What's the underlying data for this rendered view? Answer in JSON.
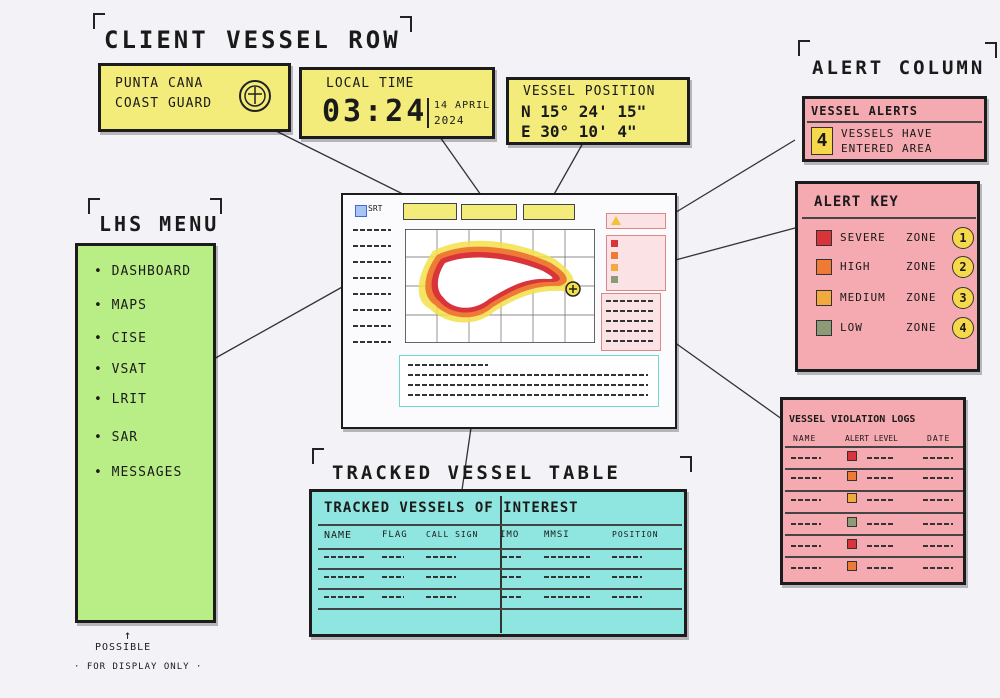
{
  "client_vessel_row": {
    "heading": "CLIENT VESSEL ROW",
    "org": {
      "line1": "Punta Cana",
      "line2": "Coast Guard"
    },
    "local_time": {
      "label": "Local Time",
      "time": "03:24",
      "date_line1": "14 April",
      "date_line2": "2024"
    },
    "vessel_position": {
      "label": "Vessel Position",
      "lat": "N 15° 24' 15\"",
      "lon": "E 30° 10' 4\""
    }
  },
  "lhs_menu": {
    "heading": "LHS MENU",
    "items": [
      "DASHBOARD",
      "MAPS",
      "CISE",
      "VSAT",
      "LRIT",
      "SAR",
      "MESSAGES"
    ],
    "note_line1": "Possible",
    "note_line2": "· For Display Only ·"
  },
  "alert_column": {
    "heading": "ALERT COLUMN",
    "vessel_alerts": {
      "title": "VESSEL ALERTS",
      "count": "4",
      "line1": "VESSELS HAVE",
      "line2": "ENTERED AREA"
    },
    "alert_key": {
      "title": "ALERT KEY",
      "entries": [
        {
          "level": "SEVERE",
          "zone": "ZONE",
          "num": "1",
          "color": "#d8343a"
        },
        {
          "level": "HIGH",
          "zone": "ZONE",
          "num": "2",
          "color": "#ee7a35"
        },
        {
          "level": "MEDIUM",
          "zone": "ZONE",
          "num": "3",
          "color": "#f2a93e"
        },
        {
          "level": "LOW",
          "zone": "ZONE",
          "num": "4",
          "color": "#8c9a78"
        }
      ]
    },
    "violation_logs": {
      "title": "VESSEL VIOLATION LOGS",
      "columns": [
        "NAME",
        "ALERT LEVEL",
        "DATE"
      ],
      "row_colors": [
        "#d8343a",
        "#ee7a35",
        "#f2a93e",
        "#8c9a78",
        "#d8343a",
        "#ee7a35"
      ]
    }
  },
  "tracked_table": {
    "heading": "TRACKED VESSEL TABLE",
    "title": "TRACKED VESSELS OF INTEREST",
    "columns": [
      "NAME",
      "FLAG",
      "CALL SIGN",
      "IMO",
      "MMSI",
      "POSITION"
    ]
  },
  "wireframe": {
    "logo_label": "SRT"
  },
  "colors": {
    "yellow": "#f3ec7a",
    "green": "#b9ee86",
    "pink": "#f4aab0",
    "cyan": "#8fe6e0"
  }
}
